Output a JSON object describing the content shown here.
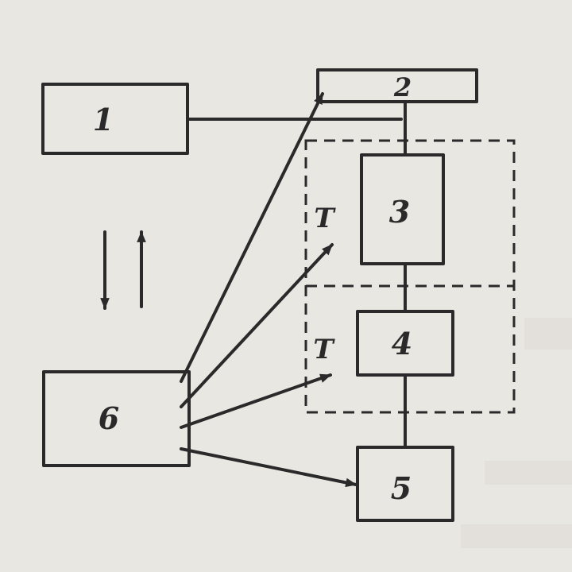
{
  "blocks": {
    "b1": "1",
    "b2": "2",
    "b3": "3",
    "b4": "4",
    "b5": "5",
    "b6": "6"
  },
  "zone_labels": {
    "upper": "T",
    "lower": "T"
  },
  "colors": {
    "paper": "#e9e7e2",
    "ink": "#2a2a2a"
  }
}
